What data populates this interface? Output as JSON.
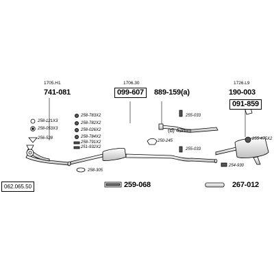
{
  "diagram_ref": "062.065.50",
  "groups": [
    {
      "id": "g1",
      "sub": "1705.H1",
      "number": "741-081",
      "boxed": false
    },
    {
      "id": "g2",
      "sub": "1706.30",
      "number": "099-607",
      "boxed": true
    },
    {
      "id": "g3",
      "sub": "",
      "number": "889-159(a)",
      "boxed": false
    },
    {
      "id": "g4",
      "sub": "1726.L9",
      "number": "190-003",
      "boxed": false
    },
    {
      "id": "g5",
      "sub": "",
      "number": "091-859",
      "boxed": true
    }
  ],
  "small_parts": {
    "p1": "258-121X3",
    "p2": "258-053X3",
    "p3": "256-528",
    "p4": "258-783X2",
    "p5": "258-782X2",
    "p6": "258-026X2",
    "p7": "258-784X2",
    "p8": "258-791X2",
    "p9": "251-932X2",
    "p10": "258-305",
    "p11": "255-033",
    "p12": "250-245",
    "p13": "255-033",
    "p14": "255-475X2",
    "p15": "254-930"
  },
  "dimension_note": "(d) 42mm",
  "bottom_parts": {
    "b1": "259-068",
    "b2": "267-012"
  },
  "colors": {
    "line": "#000000",
    "fill": "#ffffff",
    "shade": "#cfcfcf"
  }
}
